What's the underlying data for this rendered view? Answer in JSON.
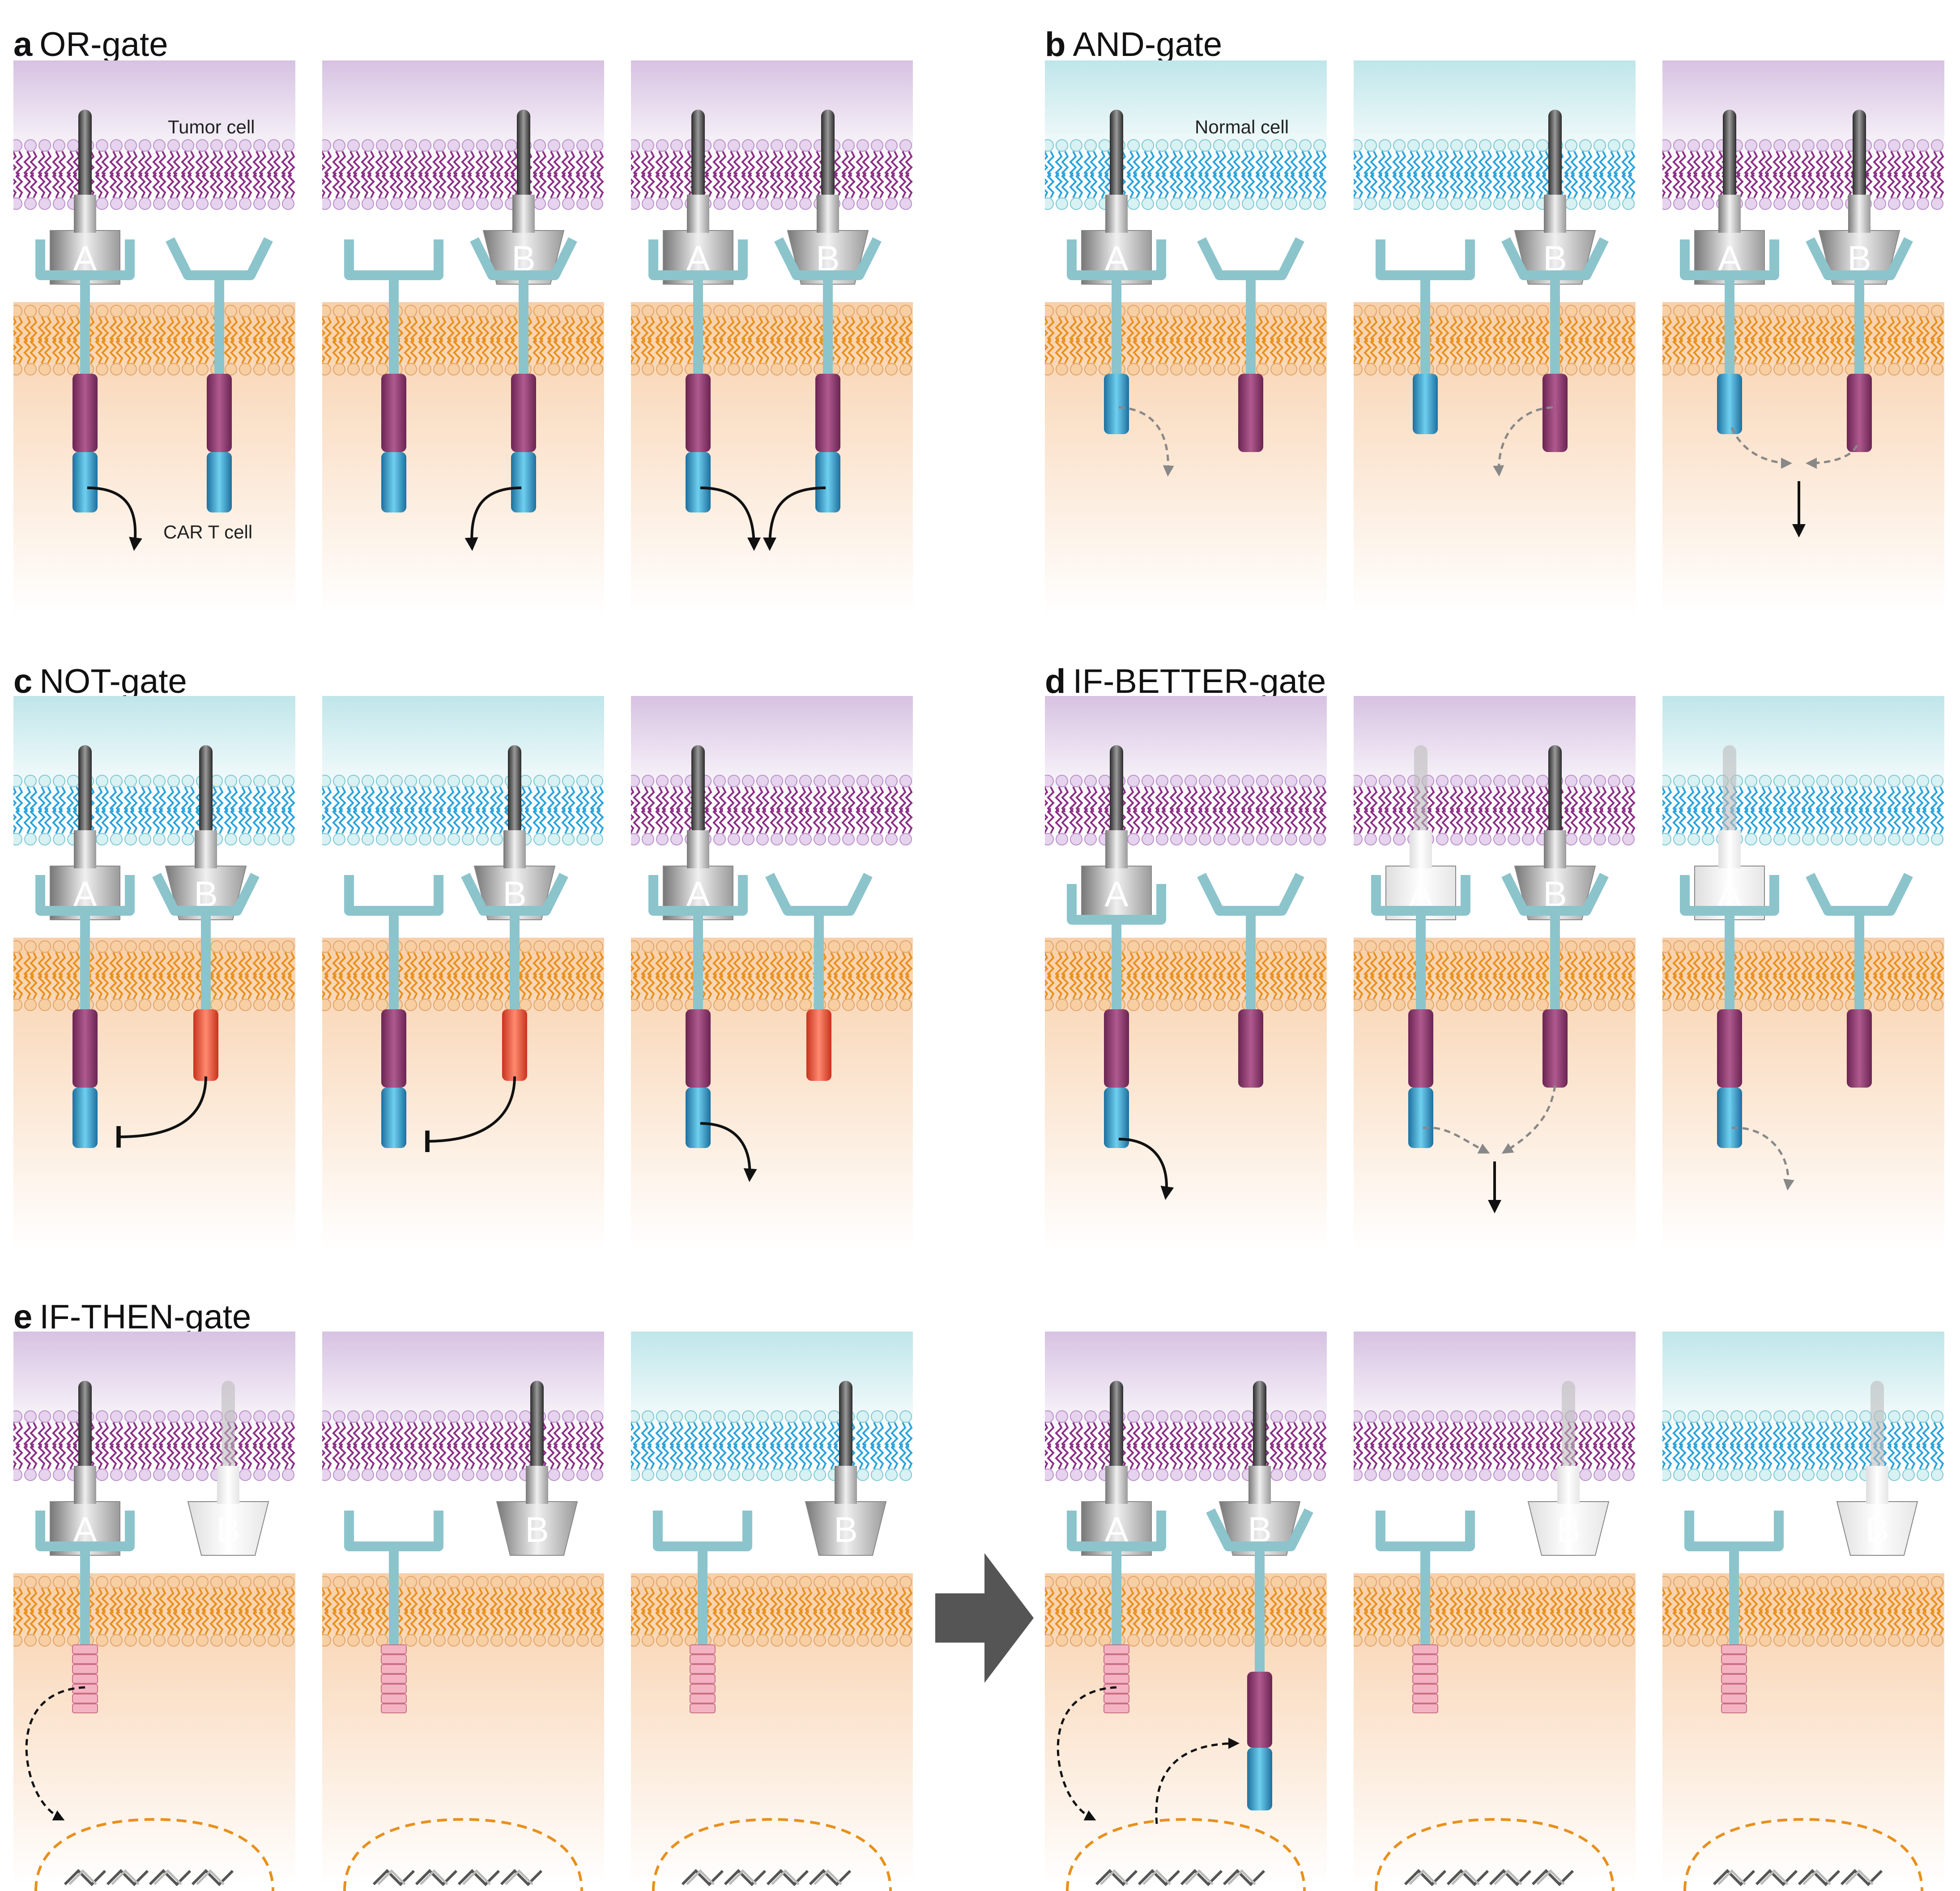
{
  "panels": [
    {
      "letter": "a",
      "title": "OR-gate"
    },
    {
      "letter": "b",
      "title": "AND-gate"
    },
    {
      "letter": "c",
      "title": "NOT-gate"
    },
    {
      "letter": "d",
      "title": "IF-BETTER-gate"
    },
    {
      "letter": "e",
      "title": "IF-THEN-gate"
    }
  ],
  "labels": {
    "tumor_cell": "Tumor cell",
    "normal_cell": "Normal cell",
    "car_t_cell": "CAR T cell",
    "antigen_a": "A",
    "antigen_b": "B"
  },
  "colors": {
    "tumor_membrane": "#8b2f86",
    "tumor_bg": "#d7c2e2",
    "normal_membrane": "#2aa3db",
    "normal_bg": "#bfe6ea",
    "tcell_membrane": "#e8901c",
    "tcell_bg": "#f8cfa9",
    "receptor_stalk": "#8cc4cc",
    "costim_domain": "#8a3a6d",
    "cd3z_domain": "#2f8fbf",
    "inhibitory_domain": "#e64a2e",
    "notch_domain": "#e88aa0",
    "nucleus_outline": "#e8901c"
  }
}
